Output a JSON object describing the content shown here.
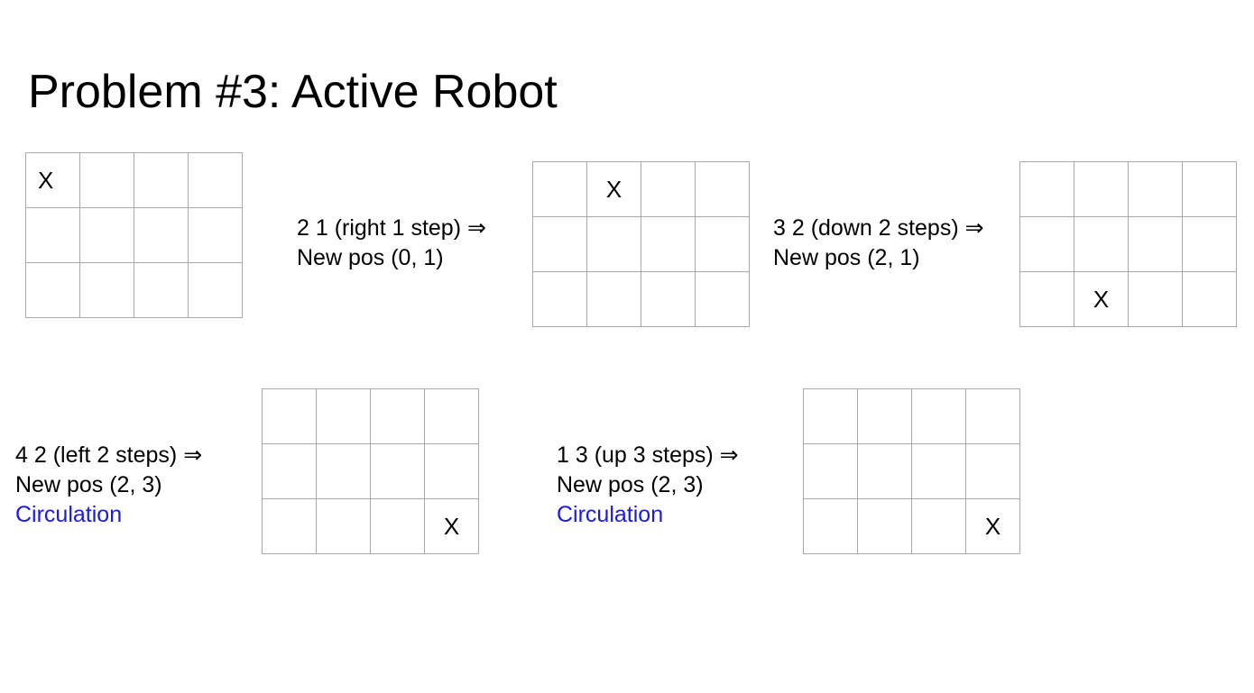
{
  "title": "Problem #3: Active Robot",
  "colors": {
    "grid_line": "#a9a9a9",
    "note": "#1a1ae6"
  },
  "grid": {
    "rows": 3,
    "cols": 4
  },
  "marker": "X",
  "start": {
    "robot_row": 0,
    "robot_col": 0
  },
  "steps": [
    {
      "command": "2 1 (right 1 step) ⇒",
      "result": "New pos (0, 1)",
      "note": "",
      "robot_row": 0,
      "robot_col": 1
    },
    {
      "command": "3 2 (down 2 steps) ⇒",
      "result": "New pos (2, 1)",
      "note": "",
      "robot_row": 2,
      "robot_col": 1
    },
    {
      "command": "4 2 (left 2 steps) ⇒",
      "result": "New pos (2, 3)",
      "note": "Circulation",
      "robot_row": 2,
      "robot_col": 3
    },
    {
      "command": "1 3 (up 3 steps) ⇒",
      "result": "New pos (2, 3)",
      "note": "Circulation",
      "robot_row": 2,
      "robot_col": 3
    }
  ]
}
